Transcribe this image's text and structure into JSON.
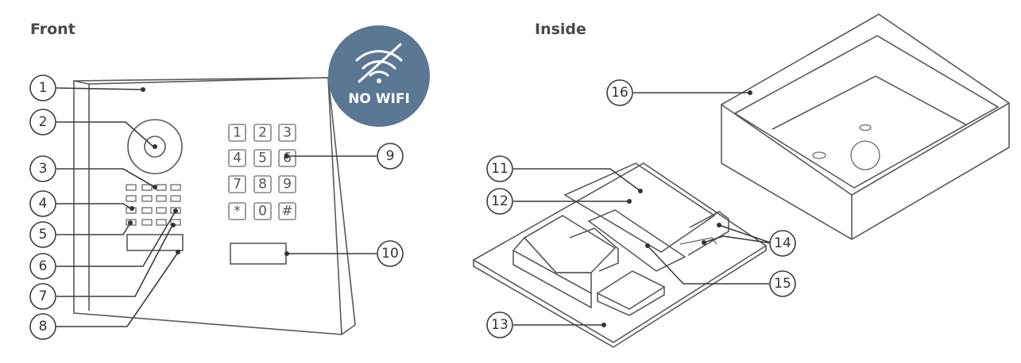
{
  "titles": {
    "front": "Front",
    "inside": "Inside"
  },
  "badge": {
    "label": "NO WIFI",
    "color": "#5a7794",
    "icon": "no-wifi-icon"
  },
  "keypad_keys": [
    "1",
    "2",
    "3",
    "4",
    "5",
    "6",
    "7",
    "8",
    "9",
    "*",
    "0",
    "#"
  ],
  "callouts": [
    "1",
    "2",
    "3",
    "4",
    "5",
    "6",
    "7",
    "8",
    "9",
    "10",
    "11",
    "12",
    "13",
    "14",
    "15",
    "16"
  ]
}
